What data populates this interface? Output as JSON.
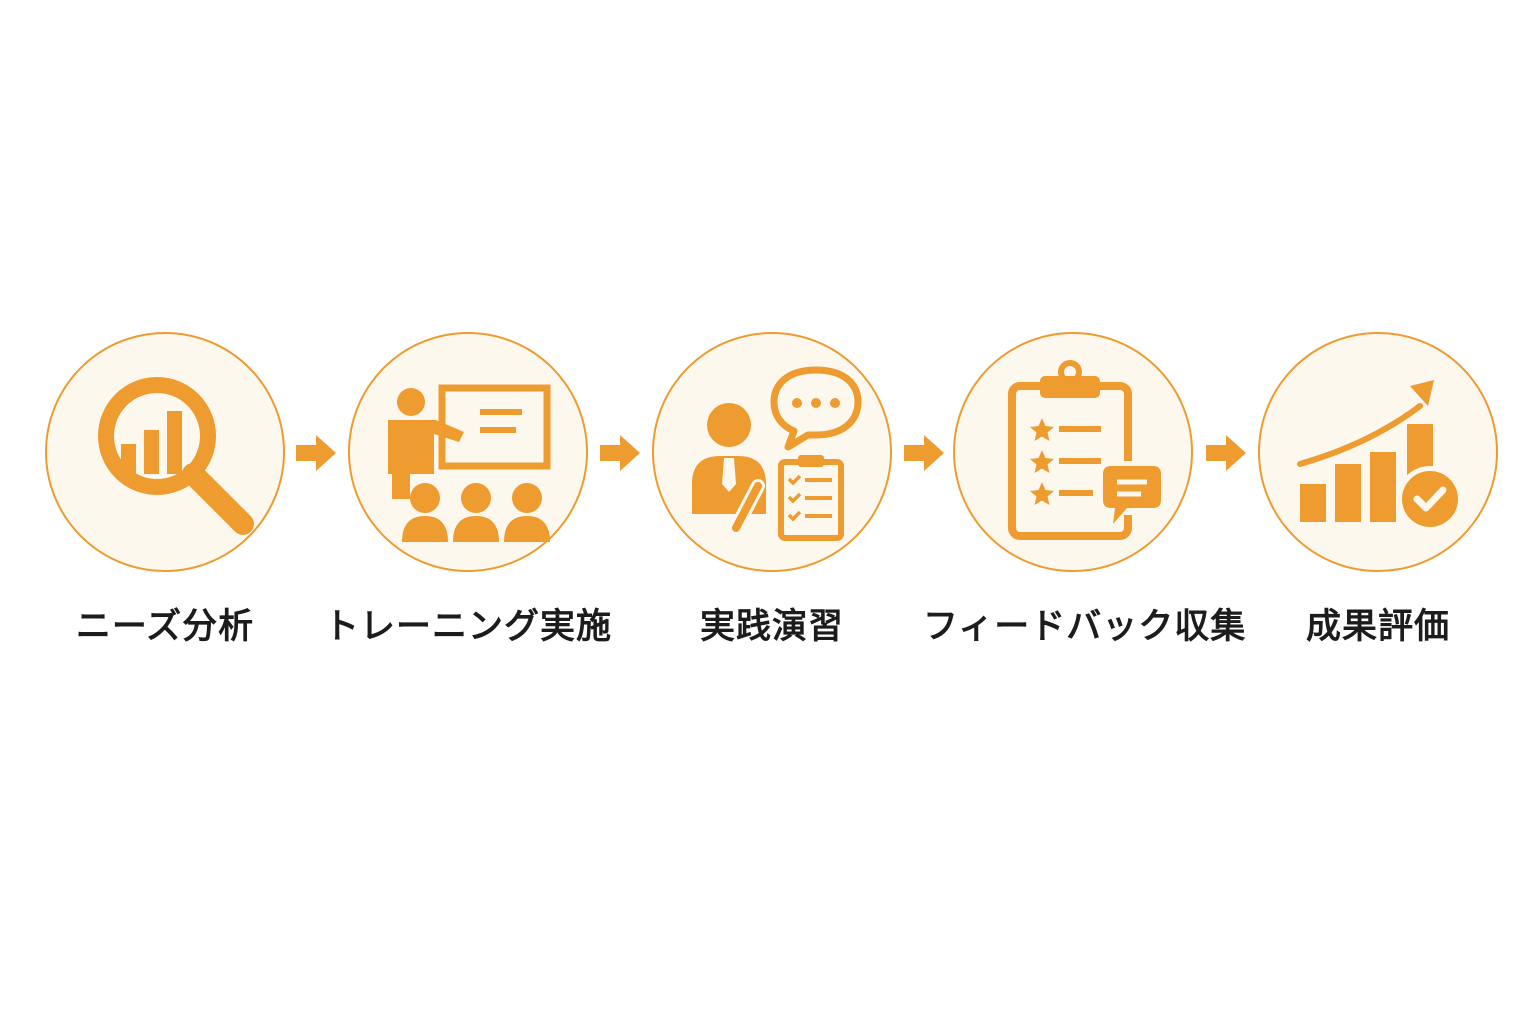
{
  "colors": {
    "accent": "#ee9b2f",
    "circle_fill": "#fdf8ee",
    "label_text": "#1c1c1c"
  },
  "steps": [
    {
      "label": "ニーズ分析",
      "icon": "magnifier-bar-chart-icon"
    },
    {
      "label": "トレーニング実施",
      "icon": "presenter-whiteboard-audience-icon"
    },
    {
      "label": "実践演習",
      "icon": "person-speech-clipboard-icon"
    },
    {
      "label": "フィードバック収集",
      "icon": "clipboard-stars-comment-icon"
    },
    {
      "label": "成果評価",
      "icon": "growth-chart-check-icon"
    }
  ]
}
